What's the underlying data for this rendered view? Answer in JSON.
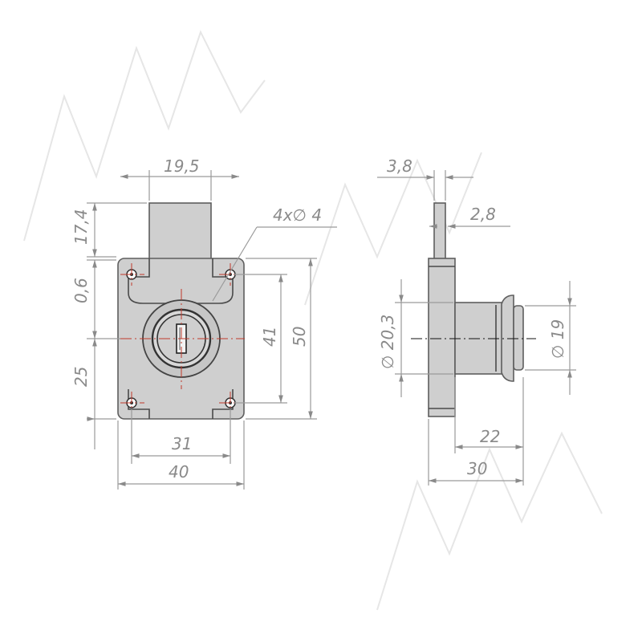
{
  "dimensions": {
    "top_width": "19,5",
    "holes": "4x∅ 4",
    "left_top": "17,4",
    "left_mid": "0,6",
    "left_bottom": "25",
    "inner_height": "41",
    "outer_height": "50",
    "inner_width": "31",
    "outer_width": "40",
    "side_flange": "3,8",
    "side_tongue": "2,8",
    "cyl_left": "∅ 20,3",
    "cyl_right": "∅ 19",
    "cyl_len": "22",
    "total_len": "30"
  },
  "colors": {
    "body": "#cfcfcf",
    "outline": "#5e5e5e",
    "dimension": "#8a8a8a",
    "centerline": "#c0392b"
  }
}
